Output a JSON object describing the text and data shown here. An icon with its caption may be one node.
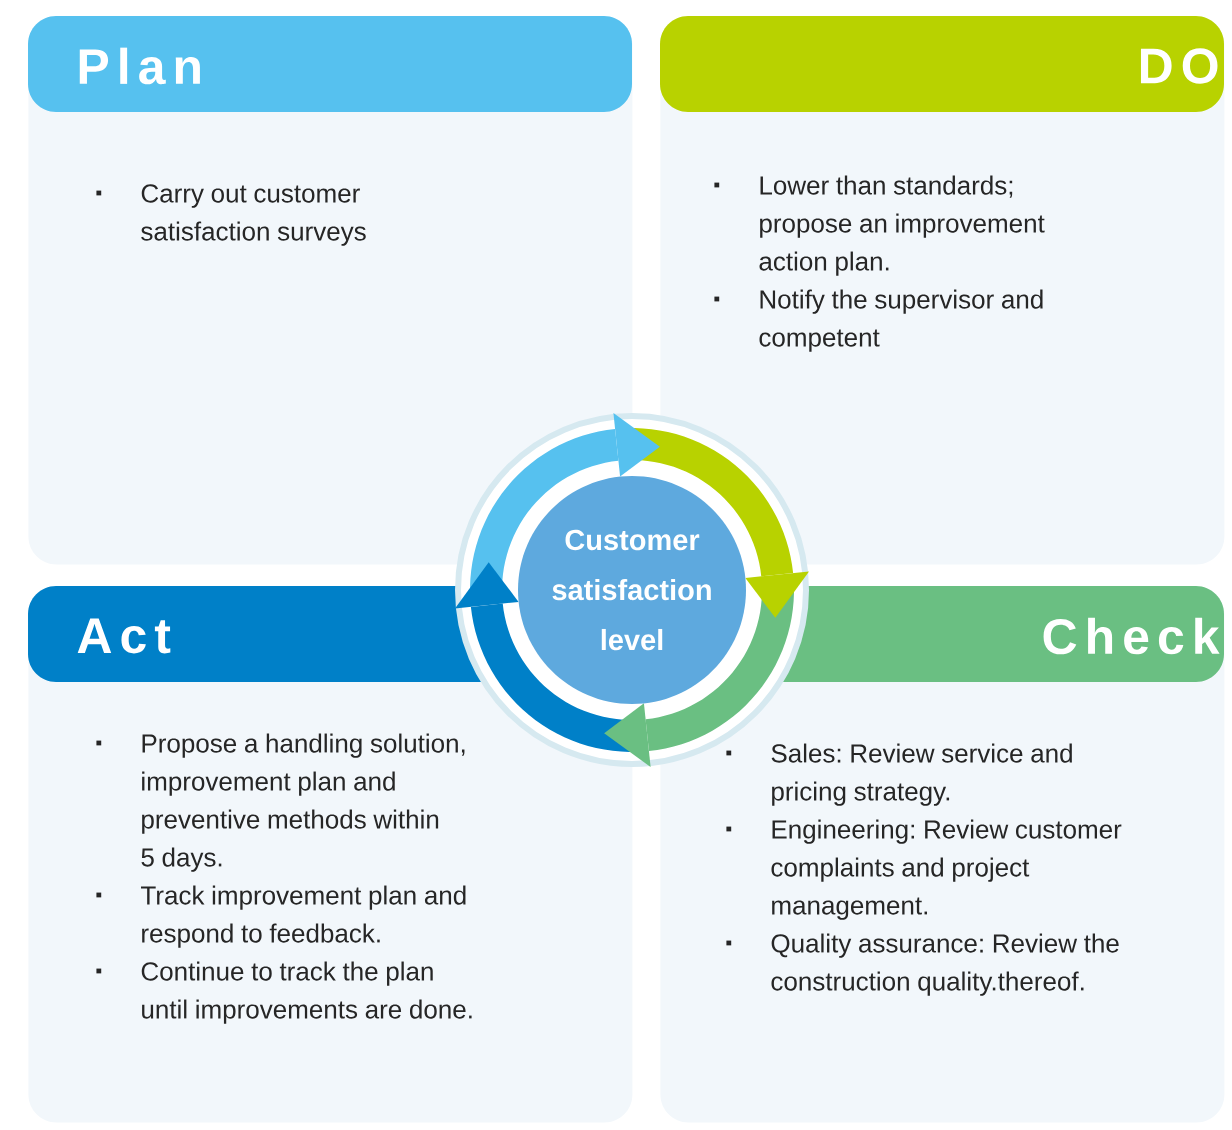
{
  "diagram": {
    "nodes": [
      {
        "text": [
          "Plan",
          "Carry out customer satisfaction surveys"
        ]
      },
      {
        "text": [
          "DO",
          "Lower than standards; propose an improvement action plan.",
          "Notify the supervisor and competent"
        ]
      },
      {
        "text": [
          "Customer satisfaction level"
        ]
      },
      {
        "text": [
          "Act",
          "Propose a handling solution, improvement plan and preventive methods within 5 days.",
          "Track improvement plan and respond to feedback.",
          "Continue to track the plan until improvements are done."
        ]
      },
      {
        "text": [
          "Check",
          "Sales: Review service and pricing strategy.",
          "Engineering: Review customer complaints and project management.",
          "Quality assurance: Review the construction quality.thereof."
        ]
      }
    ]
  }
}
